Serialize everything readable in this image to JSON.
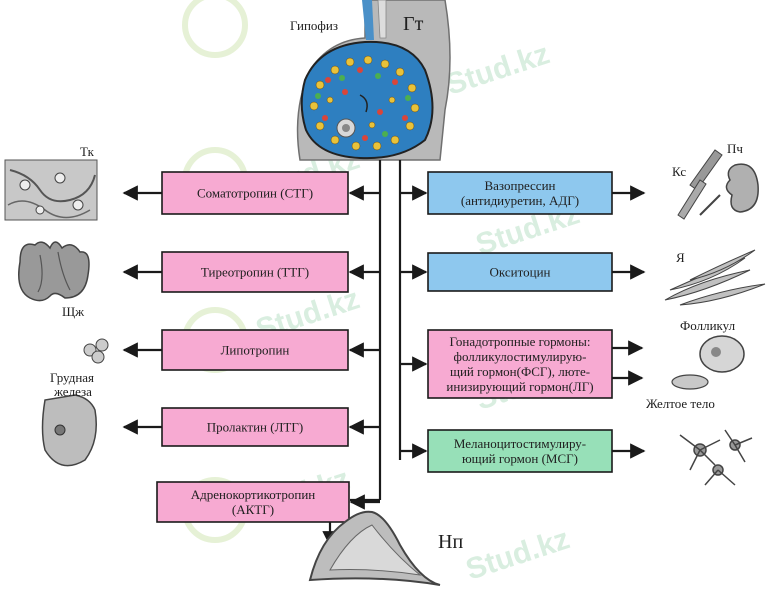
{
  "watermark": "Stud.kz",
  "labels": {
    "hypophysis": "Гипофиз",
    "hypothalamus": "Гт",
    "neurohypophysis": "Нп",
    "tissue": "Тк",
    "thyroid": "Щж",
    "mammary_line1": "Грудная",
    "mammary_line2": "железа",
    "vessels": "Кс",
    "kidney": "Пч",
    "uterus": "Я",
    "follicle": "Фолликул",
    "corpus_luteum": "Желтое тело"
  },
  "left_hormones": [
    {
      "lines": [
        "Соматотропин (СТГ)"
      ]
    },
    {
      "lines": [
        "Тиреотропин (ТТГ)"
      ]
    },
    {
      "lines": [
        "Липотропин"
      ]
    },
    {
      "lines": [
        "Пролактин (ЛТГ)"
      ]
    },
    {
      "lines": [
        "Адренокортикотропин",
        "(АКТГ)"
      ]
    }
  ],
  "right_hormones": [
    {
      "lines": [
        "Вазопрессин",
        "(антидиуретин, АДГ)"
      ],
      "color": "#8ec8ee"
    },
    {
      "lines": [
        "Окситоцин"
      ],
      "color": "#8ec8ee"
    },
    {
      "lines": [
        "Гонадотропные гормоны:",
        "фолликулостимулирую-",
        "щий гормон(ФСГ), люте-",
        "инизирующий гормон(ЛГ)"
      ],
      "color": "#f7aad2"
    },
    {
      "lines": [
        "Меланоцитостимулиру-",
        "ющий гормон (МСГ)"
      ],
      "color": "#97e0b8"
    }
  ],
  "colors": {
    "pink_box": "#f7aad2",
    "blue_box": "#8ec8ee",
    "green_box": "#97e0b8",
    "line": "#1a1a1a",
    "gland_outer": "#9a9a9a",
    "gland_inner": "#2e7fc0"
  }
}
